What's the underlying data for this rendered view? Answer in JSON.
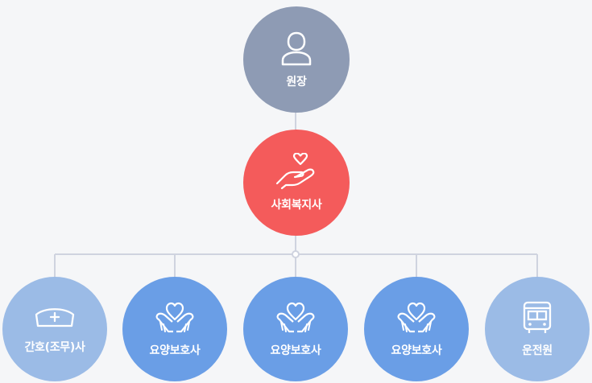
{
  "colors": {
    "background": "#f5f6f8",
    "connector": "#cfd3df",
    "director": "#8e9bb4",
    "social_worker": "#f45b5b",
    "staff_light": "#9bbbe6",
    "staff_mid": "#6a9ee6"
  },
  "nodes": {
    "director": {
      "label": "원장",
      "icon": "person-icon"
    },
    "social_worker": {
      "label": "사회복지사",
      "icon": "heart-hand-icon"
    },
    "staff": [
      {
        "label": "간호(조무)사",
        "icon": "nurse-cap-icon"
      },
      {
        "label": "요양보호사",
        "icon": "caring-hands-icon"
      },
      {
        "label": "요양보호사",
        "icon": "caring-hands-icon"
      },
      {
        "label": "요양보호사",
        "icon": "caring-hands-icon"
      },
      {
        "label": "운전원",
        "icon": "bus-icon"
      }
    ]
  }
}
